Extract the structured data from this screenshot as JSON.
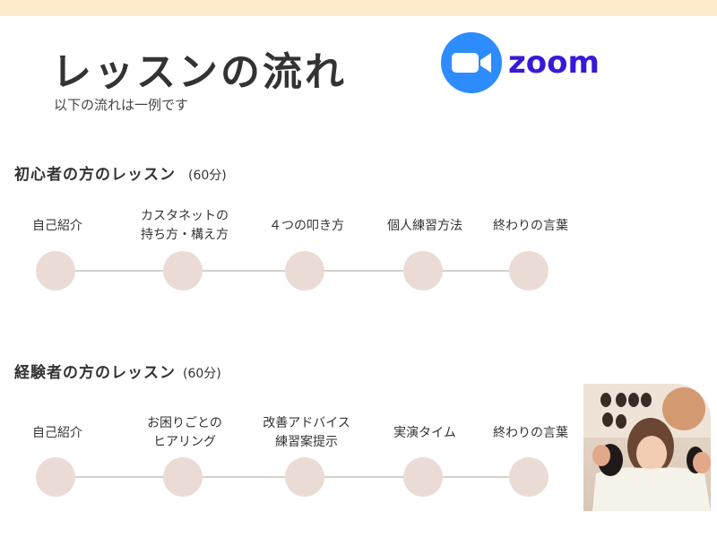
{
  "header": {
    "title": "レッスンの流れ",
    "subtitle": "以下の流れは一例です",
    "logo_text": "zoom"
  },
  "beginner": {
    "title": "初心者の方のレッスン",
    "duration": "(60分)",
    "steps": [
      "自己紹介",
      "カスタネットの\n持ち方・構え方",
      "４つの叩き方",
      "個人練習方法",
      "終わりの言葉"
    ]
  },
  "experienced": {
    "title": "経験者の方のレッスン",
    "duration": "(60分)",
    "steps": [
      "自己紹介",
      "お困りごとの\nヒアリング",
      "改善アドバイス\n練習案提示",
      "実演タイム",
      "終わりの言葉"
    ]
  },
  "colors": {
    "topbar": "#fdebcb",
    "dot": "#eadcd5",
    "zoom_blue": "#2d8cff",
    "zoom_text": "#3a18d8"
  }
}
